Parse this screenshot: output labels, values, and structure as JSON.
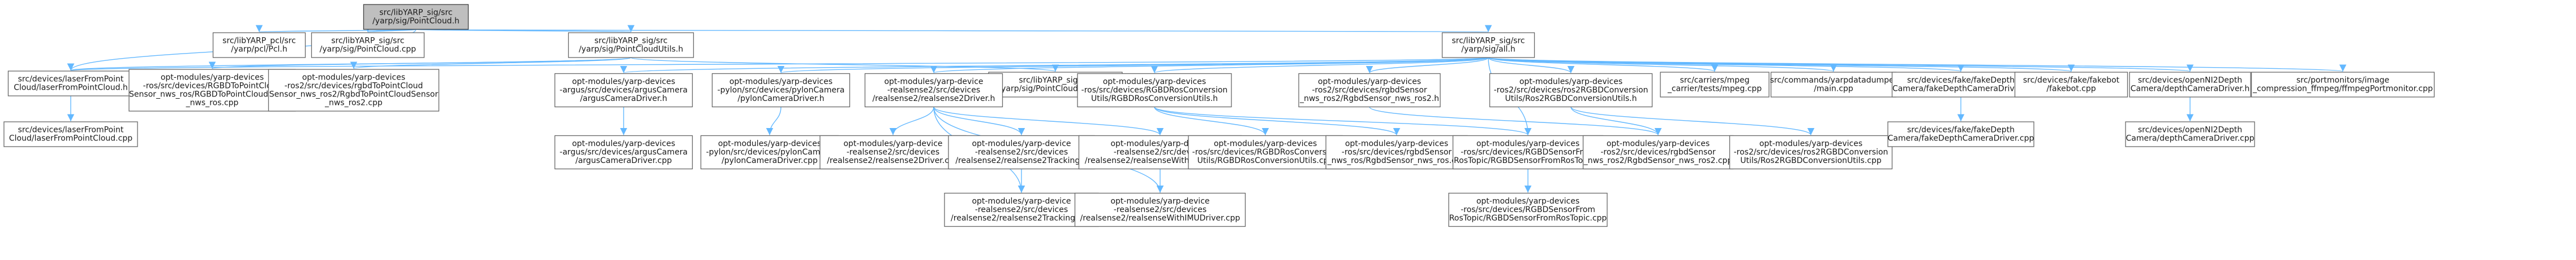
{
  "nodes": [
    {
      "id": "root",
      "lines": [
        "src/libYARP_sig/src",
        "/yarp/sig/PointCloud.h"
      ],
      "root": true
    },
    {
      "id": "pcl",
      "lines": [
        "src/libYARP_pcl/src",
        "/yarp/pcl/Pcl.h"
      ]
    },
    {
      "id": "pccpp",
      "lines": [
        "src/libYARP_sig/src",
        "/yarp/sig/PointCloud.cpp"
      ]
    },
    {
      "id": "pcutils_h",
      "lines": [
        "src/libYARP_sig/src",
        "/yarp/sig/PointCloudUtils.h"
      ]
    },
    {
      "id": "all",
      "lines": [
        "src/libYARP_sig/src",
        "/yarp/sig/all.h"
      ]
    },
    {
      "id": "laser_h",
      "lines": [
        "src/devices/laserFromPoint",
        "Cloud/laserFromPointCloud.h"
      ]
    },
    {
      "id": "ros_rgbd_pc",
      "lines": [
        "opt-modules/yarp-devices",
        "-ros/src/devices/RGBDToPointCloud",
        "Sensor_nws_ros/RGBDToPointCloudSensor",
        "_nws_ros.cpp"
      ]
    },
    {
      "id": "ros2_rgbd_pc",
      "lines": [
        "opt-modules/yarp-devices",
        "-ros2/src/devices/rgbdToPointCloud",
        "Sensor_nws_ros2/RgbdToPointCloudSensor",
        "_nws_ros2.cpp"
      ]
    },
    {
      "id": "pcutils_cpp",
      "lines": [
        "src/libYARP_sig/src",
        "/yarp/sig/PointCloudUtils.cpp"
      ]
    },
    {
      "id": "laser_cpp",
      "lines": [
        "src/devices/laserFromPoint",
        "Cloud/laserFromPointCloud.cpp"
      ]
    },
    {
      "id": "argus_h",
      "lines": [
        "opt-modules/yarp-devices",
        "-argus/src/devices/argusCamera",
        "/argusCameraDriver.h"
      ]
    },
    {
      "id": "pylon_h",
      "lines": [
        "opt-modules/yarp-devices",
        "-pylon/src/devices/pylonCamera",
        "/pylonCameraDriver.h"
      ]
    },
    {
      "id": "rs2_h",
      "lines": [
        "opt-modules/yarp-device",
        "-realsense2/src/devices",
        "/realsense2/realsense2Driver.h"
      ]
    },
    {
      "id": "rgbdconv_ros_h",
      "lines": [
        "opt-modules/yarp-devices",
        "-ros/src/devices/RGBDRosConversion",
        "Utils/RGBDRosConversionUtils.h"
      ]
    },
    {
      "id": "ros2_rgbd_nws_h",
      "lines": [
        "opt-modules/yarp-devices",
        "-ros2/src/devices/rgbdSensor",
        "_nws_ros2/RgbdSensor_nws_ros2.h"
      ]
    },
    {
      "id": "ros2_conv_h",
      "lines": [
        "opt-modules/yarp-devices",
        "-ros2/src/devices/ros2RGBDConversion",
        "Utils/Ros2RGBDConversionUtils.h"
      ]
    },
    {
      "id": "rpmpeg",
      "lines": [
        "src/carriers/mpeg",
        "_carrier/tests/mpeg.cpp"
      ]
    },
    {
      "id": "datadumper",
      "lines": [
        "src/commands/yarpdatadumper",
        "/main.cpp"
      ]
    },
    {
      "id": "fakedepth_h",
      "lines": [
        "src/devices/fake/fakeDepth",
        "Camera/fakeDepthCameraDriver.h"
      ]
    },
    {
      "id": "fakebot",
      "lines": [
        "src/devices/fake/fakebot",
        "/fakebot.cpp"
      ]
    },
    {
      "id": "openni_h",
      "lines": [
        "src/devices/openNI2Depth",
        "Camera/depthCameraDriver.h"
      ]
    },
    {
      "id": "portmonitor",
      "lines": [
        "src/portmonitors/image",
        "_compression_ffmpeg/ffmpegPortmonitor.cpp"
      ]
    },
    {
      "id": "argus_cpp",
      "lines": [
        "opt-modules/yarp-devices",
        "-argus/src/devices/argusCamera",
        "/argusCameraDriver.cpp"
      ]
    },
    {
      "id": "pylon_cpp",
      "lines": [
        "opt-modules/yarp-devices",
        "-pylon/src/devices/pylonCamera",
        "/pylonCameraDriver.cpp"
      ]
    },
    {
      "id": "rs2_cpp",
      "lines": [
        "opt-modules/yarp-device",
        "-realsense2/src/devices",
        "/realsense2/realsense2Driver.cpp"
      ]
    },
    {
      "id": "rs2_tracking_h",
      "lines": [
        "opt-modules/yarp-device",
        "-realsense2/src/devices",
        "/realsense2/realsense2Tracking.h"
      ]
    },
    {
      "id": "rs2_imu_h",
      "lines": [
        "opt-modules/yarp-device",
        "-realsense2/src/devices",
        "/realsense2/realsenseWithIMUDriver.h"
      ]
    },
    {
      "id": "rgbdconv_ros_cpp",
      "lines": [
        "opt-modules/yarp-devices",
        "-ros/src/devices/RGBDRosConversion",
        "Utils/RGBDRosConversionUtils.cpp"
      ]
    },
    {
      "id": "ros_rgbd_nws_cpp",
      "lines": [
        "opt-modules/yarp-devices",
        "-ros/src/devices/rgbdSensor",
        "_nws_ros/RgbdSensor_nws_ros.cpp"
      ]
    },
    {
      "id": "ros_fromtopic_h",
      "lines": [
        "opt-modules/yarp-devices",
        "-ros/src/devices/RGBDSensorFrom",
        "RosTopic/RGBDSensorFromRosTopic.h"
      ]
    },
    {
      "id": "ros2_rgbd_nws_cpp",
      "lines": [
        "opt-modules/yarp-devices",
        "-ros2/src/devices/rgbdSensor",
        "_nws_ros2/RgbdSensor_nws_ros2.cpp"
      ]
    },
    {
      "id": "ros2_conv_cpp",
      "lines": [
        "opt-modules/yarp-devices",
        "-ros2/src/devices/ros2RGBDConversion",
        "Utils/Ros2RGBDConversionUtils.cpp"
      ]
    },
    {
      "id": "fakedepth_cpp",
      "lines": [
        "src/devices/fake/fakeDepth",
        "Camera/fakeDepthCameraDriver.cpp"
      ]
    },
    {
      "id": "openni_cpp",
      "lines": [
        "src/devices/openNI2Depth",
        "Camera/depthCameraDriver.cpp"
      ]
    },
    {
      "id": "rs2_tracking_cpp",
      "lines": [
        "opt-modules/yarp-device",
        "-realsense2/src/devices",
        "/realsense2/realsense2Tracking.cpp"
      ]
    },
    {
      "id": "rs2_imu_cpp",
      "lines": [
        "opt-modules/yarp-device",
        "-realsense2/src/devices",
        "/realsense2/realsenseWithIMUDriver.cpp"
      ]
    },
    {
      "id": "ros_fromtopic_cpp",
      "lines": [
        "opt-modules/yarp-devices",
        "-ros/src/devices/RGBDSensorFrom",
        "RosTopic/RGBDSensorFromRosTopic.cpp"
      ]
    }
  ],
  "edges": [
    [
      "root",
      "pcl"
    ],
    [
      "root",
      "pccpp"
    ],
    [
      "root",
      "pcutils_h"
    ],
    [
      "root",
      "all"
    ],
    [
      "root",
      "laser_h"
    ],
    [
      "pcutils_h",
      "laser_h"
    ],
    [
      "pcutils_h",
      "ros_rgbd_pc"
    ],
    [
      "pcutils_h",
      "ros2_rgbd_pc"
    ],
    [
      "pcutils_h",
      "pcutils_cpp"
    ],
    [
      "laser_h",
      "laser_cpp"
    ],
    [
      "all",
      "laser_h"
    ],
    [
      "all",
      "argus_h"
    ],
    [
      "all",
      "pylon_h"
    ],
    [
      "all",
      "rs2_h"
    ],
    [
      "all",
      "rgbdconv_ros_h"
    ],
    [
      "all",
      "ros2_rgbd_nws_h"
    ],
    [
      "all",
      "ros2_conv_h"
    ],
    [
      "all",
      "rpmpeg"
    ],
    [
      "all",
      "datadumper"
    ],
    [
      "all",
      "fakedepth_h"
    ],
    [
      "all",
      "fakebot"
    ],
    [
      "all",
      "openni_h"
    ],
    [
      "all",
      "portmonitor"
    ],
    [
      "all",
      "ros_fromtopic_h"
    ],
    [
      "argus_h",
      "argus_cpp"
    ],
    [
      "pylon_h",
      "pylon_cpp"
    ],
    [
      "rs2_h",
      "rs2_cpp"
    ],
    [
      "rs2_h",
      "rs2_tracking_h"
    ],
    [
      "rs2_h",
      "rs2_imu_h"
    ],
    [
      "rs2_h",
      "rs2_tracking_cpp"
    ],
    [
      "rs2_h",
      "rs2_imu_cpp"
    ],
    [
      "rs2_tracking_h",
      "rs2_tracking_cpp"
    ],
    [
      "rs2_imu_h",
      "rs2_imu_cpp"
    ],
    [
      "rgbdconv_ros_h",
      "rgbdconv_ros_cpp"
    ],
    [
      "rgbdconv_ros_h",
      "ros_rgbd_nws_cpp"
    ],
    [
      "rgbdconv_ros_h",
      "ros_fromtopic_h"
    ],
    [
      "ros_fromtopic_h",
      "ros_fromtopic_cpp"
    ],
    [
      "ros2_rgbd_nws_h",
      "ros2_rgbd_nws_cpp"
    ],
    [
      "ros2_conv_h",
      "ros2_rgbd_nws_cpp"
    ],
    [
      "ros2_conv_h",
      "ros2_conv_cpp"
    ],
    [
      "fakedepth_h",
      "fakedepth_cpp"
    ],
    [
      "openni_h",
      "openni_cpp"
    ]
  ]
}
